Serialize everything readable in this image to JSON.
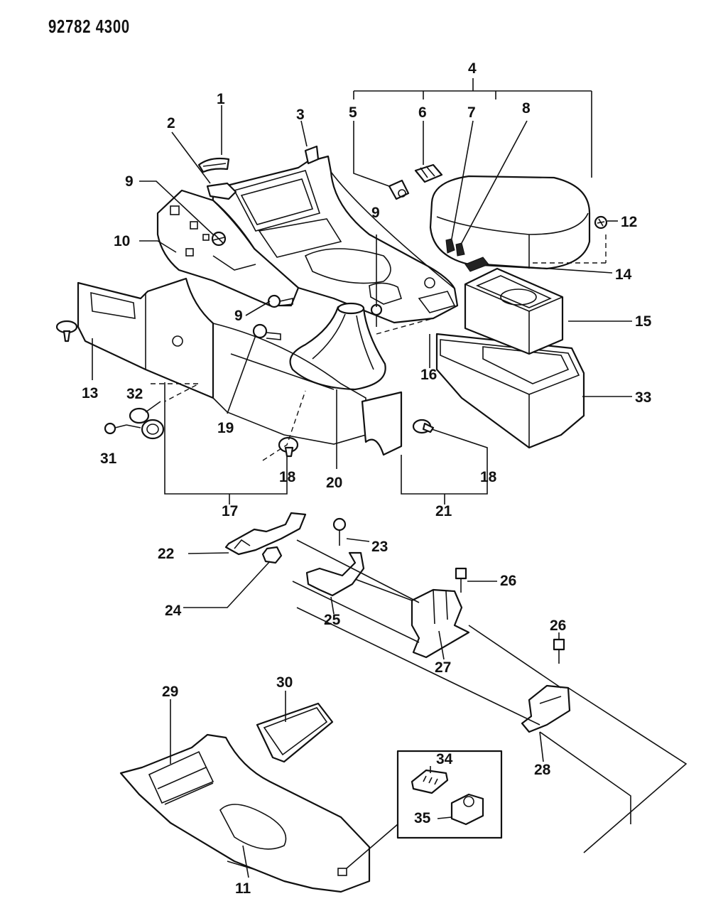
{
  "catalog_number": "92782 4300",
  "callouts": {
    "c1": "1",
    "c2": "2",
    "c3": "3",
    "c4": "4",
    "c5": "5",
    "c6": "6",
    "c7": "7",
    "c8": "8",
    "c9a": "9",
    "c9b": "9",
    "c9c": "9",
    "c10": "10",
    "c11": "11",
    "c12": "12",
    "c13": "13",
    "c14": "14",
    "c15": "15",
    "c16": "16",
    "c17": "17",
    "c18a": "18",
    "c18b": "18",
    "c19": "19",
    "c20": "20",
    "c21": "21",
    "c22": "22",
    "c23": "23",
    "c24": "24",
    "c25": "25",
    "c26a": "26",
    "c26b": "26",
    "c27": "27",
    "c28": "28",
    "c29": "29",
    "c30": "30",
    "c31": "31",
    "c32": "32",
    "c33": "33",
    "c34": "34",
    "c35": "35"
  }
}
